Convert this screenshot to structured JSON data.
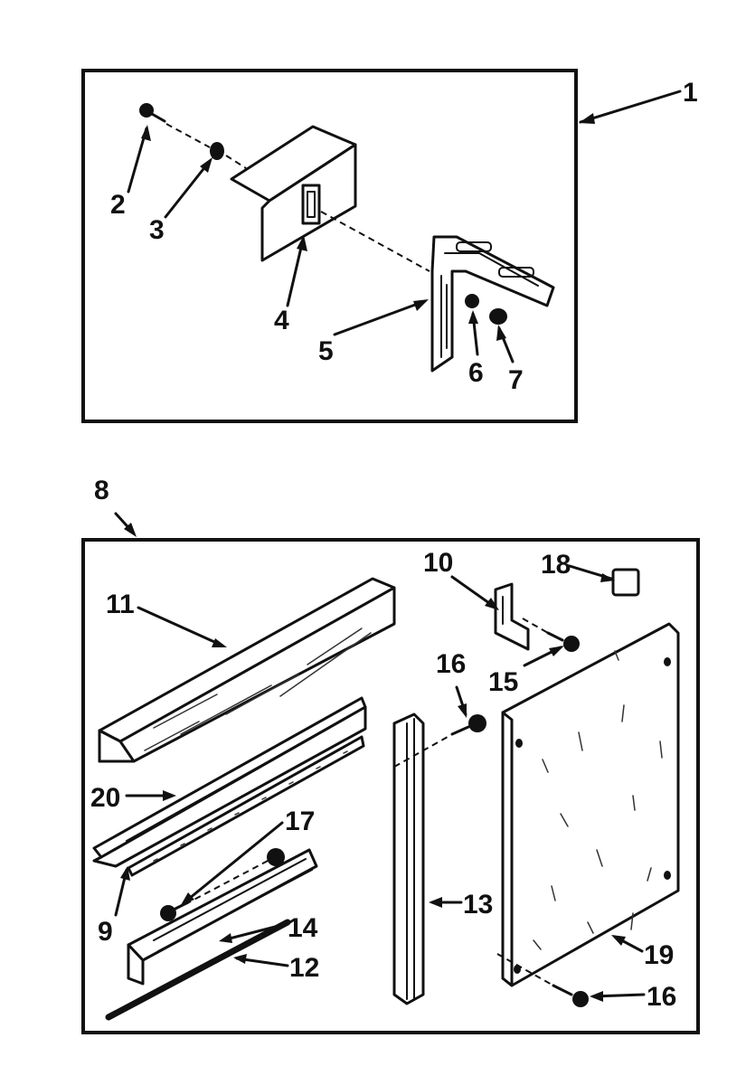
{
  "diagram": {
    "colors": {
      "ink": "#111111",
      "paper": "#ffffff"
    },
    "top_kit": {
      "callout_labels": [
        "1",
        "2",
        "3",
        "4",
        "5",
        "6",
        "7"
      ]
    },
    "bottom_kit": {
      "callout_labels": [
        "8",
        "9",
        "10",
        "11",
        "12",
        "13",
        "14",
        "15",
        "16",
        "16",
        "17",
        "18",
        "19",
        "20"
      ]
    }
  }
}
